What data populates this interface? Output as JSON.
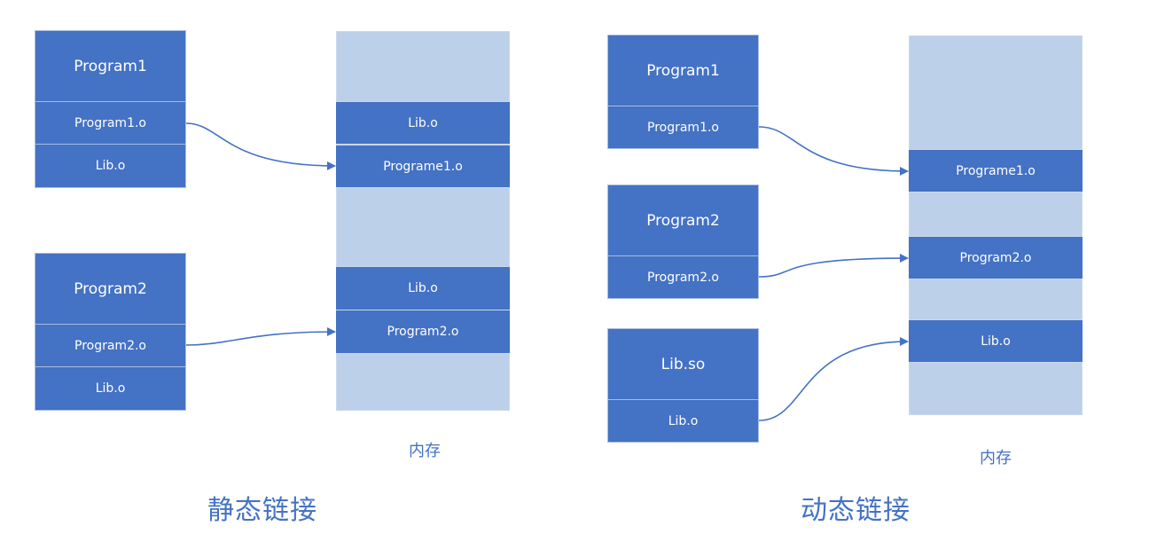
{
  "static_linking": {
    "title": "静态链接",
    "memory_label": "内存",
    "program1": {
      "name": "Program1",
      "object": "Program1.o",
      "lib": "Lib.o"
    },
    "program2": {
      "name": "Program2",
      "object": "Program2.o",
      "lib": "Lib.o"
    },
    "memory": {
      "blocks": [
        "Lib.o",
        "Programe1.o",
        "Lib.o",
        "Program2.o"
      ]
    }
  },
  "dynamic_linking": {
    "title": "动态链接",
    "memory_label": "内存",
    "program1": {
      "name": "Program1",
      "object": "Program1.o"
    },
    "program2": {
      "name": "Program2",
      "object": "Program2.o"
    },
    "libso": {
      "name": "Lib.so",
      "object": "Lib.o"
    },
    "memory": {
      "blocks": [
        "Programe1.o",
        "Program2.o",
        "Lib.o"
      ]
    }
  },
  "colors": {
    "block_fill": "#4472c4",
    "memory_fill": "#bdd0e9",
    "text_accent": "#4472c4",
    "arrow": "#4472c4"
  }
}
